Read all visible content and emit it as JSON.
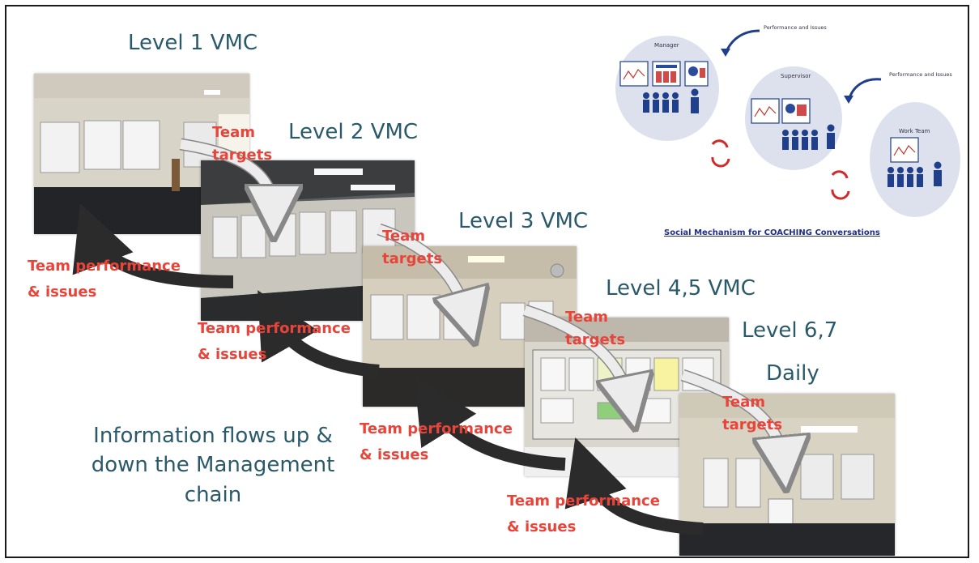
{
  "levels": [
    {
      "title": "Level 1 VMC"
    },
    {
      "title": "Level 2 VMC"
    },
    {
      "title": "Level 3 VMC"
    },
    {
      "title": "Level 4,5 VMC"
    },
    {
      "title": "Level 6,7"
    },
    {
      "title": "Daily"
    }
  ],
  "flow_labels": {
    "team_targets_line1": "Team",
    "team_targets_line2": "targets",
    "team_performance": "Team performance & issues"
  },
  "info_text": "Information flows up & down the Management chain",
  "social_diagram": {
    "caption": "Social Mechanism for COACHING Conversations",
    "manager": "Manager",
    "supervisor": "Supervisor",
    "work_team": "Work Team",
    "flow_top": "Performance and Issues",
    "flow_right": "Performance and Issues"
  },
  "colors": {
    "title_color": "#2a5a6a",
    "label_red": "#e8443a",
    "arrow_dark": "#2b2b2b",
    "arrow_light": "#e6e6e6",
    "caption_blue": "#1f2f8a",
    "circle_fill": "#dde1ee",
    "cycle_red": "#d12a2a"
  }
}
